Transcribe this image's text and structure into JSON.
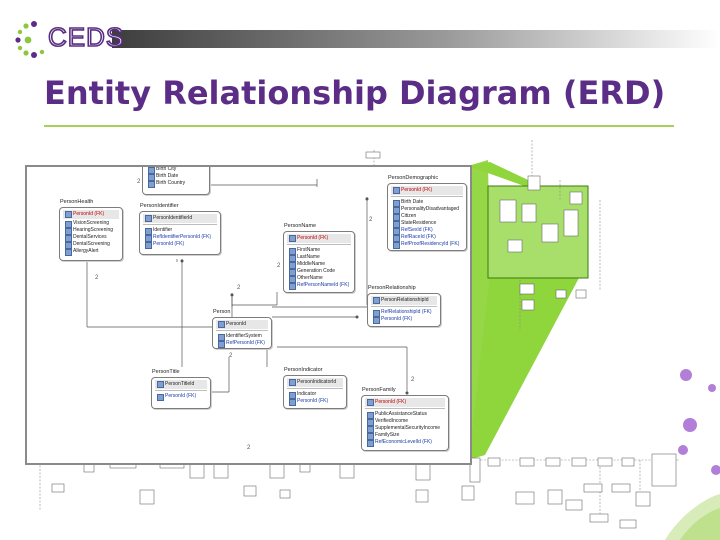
{
  "logo": {
    "text": "CEDS"
  },
  "slide": {
    "title": "Entity Relationship Diagram (ERD)"
  },
  "colors": {
    "accent": "#5b2d86",
    "rule": "#a6cf5e",
    "zoom_fill": "#8fd53c",
    "dot": "#b27fd8"
  },
  "entities": {
    "person_birth": {
      "attrs": [
        "Birth City",
        "Birth Date",
        "Birth Country"
      ]
    },
    "person_health": {
      "title": "PersonHealth",
      "key": "PersonId (FK)",
      "attrs": [
        "VisionScreening",
        "HearingScreening",
        "DentalServices",
        "DentalScreening",
        "AllergyAlert"
      ]
    },
    "person_identifier": {
      "title": "PersonIdentifier",
      "key": "PersonIdentifierId",
      "attrs": [
        "Identifier",
        "RefIdentifierPersonId (FK)",
        "PersonId (FK)"
      ]
    },
    "person_name": {
      "title": "PersonName",
      "key": "PersonId (FK)",
      "attrs": [
        "FirstName",
        "LastName",
        "MiddleName",
        "Generation Code",
        "OtherName",
        "RefPersonNameId (FK)"
      ]
    },
    "person_demographic": {
      "title": "PersonDemographic",
      "key": "PersonId (FK)",
      "attrs": [
        "Birth Date",
        "PersonalityDisadvantaged",
        "Citizen",
        "StateResidence",
        "RefSexId (FK)",
        "RefRaceId (FK)",
        "RefProofResidencyId (FK)"
      ]
    },
    "person": {
      "title": "Person",
      "key": "PersonId",
      "attrs": [
        "IdentifierSystem",
        "RefPersonId (FK)"
      ]
    },
    "person_relationship": {
      "title": "PersonRelationship",
      "key": "PersonRelationshipId",
      "attrs": [
        "RefRelationshipId (FK)",
        "PersonId (FK)"
      ]
    },
    "person_title": {
      "title": "PersonTitle",
      "key": "PersonTitleId",
      "attrs": [
        "PersonId (FK)"
      ]
    },
    "person_indicator": {
      "title": "PersonIndicator",
      "key": "PersonIndicatorId",
      "attrs": [
        "Indicator",
        "PersonId (FK)"
      ]
    },
    "person_family": {
      "title": "PersonFamily",
      "key": "PersonId (FK)",
      "attrs": [
        "PublicAssistanceStatus",
        "VerifiedIncome",
        "SupplementalSecurityIncome",
        "FamilySize",
        "RefEconomicLevelId (FK)"
      ]
    }
  },
  "rel_labels": [
    "2",
    "2",
    "2",
    "2",
    "2",
    "2",
    "2",
    "2"
  ]
}
